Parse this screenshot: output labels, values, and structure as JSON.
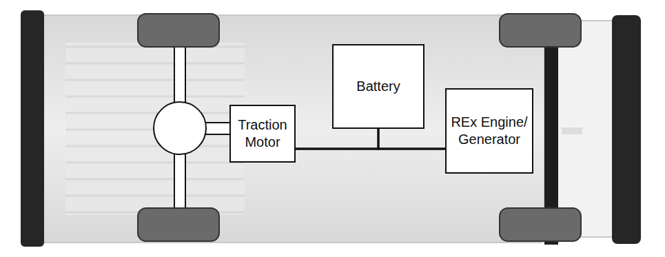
{
  "diagram": {
    "nodes": [
      {
        "text": [
          "Traction Motor"
        ]
      },
      {
        "text": [
          "Battery"
        ]
      },
      {
        "text": [
          "REx Engine/ Generator"
        ]
      }
    ],
    "edges": [
      {
        "from": 0,
        "to": 1,
        "arrow": "none"
      },
      {
        "from": 1,
        "to": 2,
        "arrow": "none"
      },
      {
        "from": 0,
        "to": 2,
        "arrow": "none"
      }
    ]
  }
}
